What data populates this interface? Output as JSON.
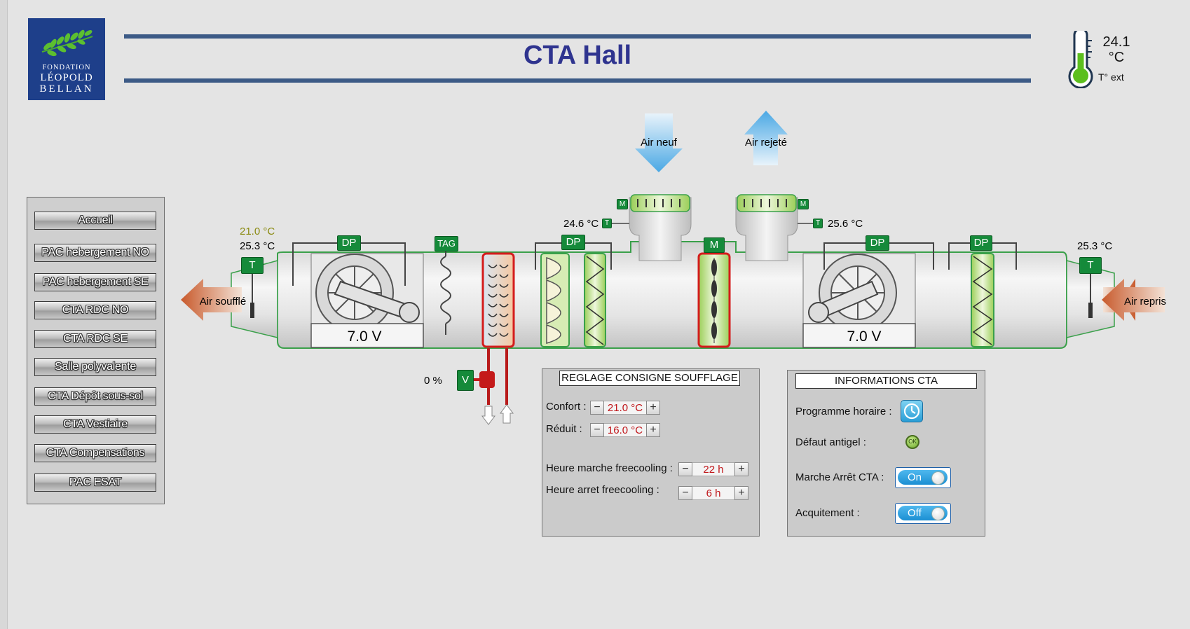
{
  "logo": {
    "line1": "FONDATION",
    "line2": "LÉOPOLD",
    "line3": "BELLAN"
  },
  "header": {
    "title": "CTA Hall",
    "ext_temp_value": "24.1",
    "ext_temp_unit": "°C",
    "ext_temp_label": "T° ext"
  },
  "nav": {
    "items": [
      {
        "label": "Accueil"
      },
      {
        "label": "PAC hebergement NO"
      },
      {
        "label": "PAC hebergement SE"
      },
      {
        "label": "CTA RDC NO"
      },
      {
        "label": "CTA RDC SE"
      },
      {
        "label": "Salle polyvalente"
      },
      {
        "label": "CTA Dépôt sous-sol"
      },
      {
        "label": "CTA Vestiaire"
      },
      {
        "label": "CTA Compensations"
      },
      {
        "label": "PAC ESAT"
      }
    ]
  },
  "diagram": {
    "air_neuf": "Air neuf",
    "air_rejete": "Air rejeté",
    "air_souffle": "Air soufflé",
    "air_repris": "Air repris",
    "supply_setpoint": "21.0 °C",
    "supply_temp": "25.3 °C",
    "fresh_air_temp": "24.6 °C",
    "exhaust_temp": "25.6 °C",
    "return_temp": "25.3 °C",
    "supply_fan_voltage": "7.0 V",
    "return_fan_voltage": "7.0 V",
    "valve_opening": "0 %",
    "valve_label": "V",
    "t_label": "T",
    "dp_label": "DP",
    "m_label": "M",
    "tag_label": "TAG"
  },
  "consigne": {
    "title": "REGLAGE CONSIGNE SOUFFLAGE",
    "confort_label": "Confort :",
    "confort_value": "21.0 °C",
    "reduit_label": "Réduit :",
    "reduit_value": "16.0 °C",
    "marche_label": "Heure marche freecooling :",
    "marche_value": "22 h",
    "arret_label": "Heure arret freecooling :",
    "arret_value": "6 h",
    "minus": "−",
    "plus": "+"
  },
  "info": {
    "title": "INFORMATIONS CTA",
    "programme_label": "Programme horaire :",
    "antigel_label": "Défaut antigel :",
    "antigel_status": "OK",
    "marche_label": "Marche Arrêt CTA :",
    "marche_state": "On",
    "acquit_label": "Acquitement :",
    "acquit_state": "Off"
  },
  "colors": {
    "accent_green": "#158a3a",
    "title_blue": "#2f348f",
    "bar_blue": "#3c5a86",
    "toggle_blue": "#1b8fd3",
    "value_red": "#c0161a"
  }
}
